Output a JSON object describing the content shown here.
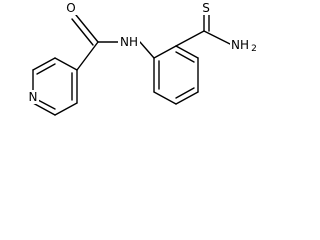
{
  "molecule": {
    "atoms": {
      "oxygen": "O",
      "amide_nitrogen": "NH",
      "sulfur": "S",
      "thioamide_nitrogen": "NH",
      "thioamide_nitrogen_subscript": "2",
      "pyridine_nitrogen": "N"
    }
  },
  "colors": {
    "bond": "#000000",
    "background": "#ffffff"
  }
}
